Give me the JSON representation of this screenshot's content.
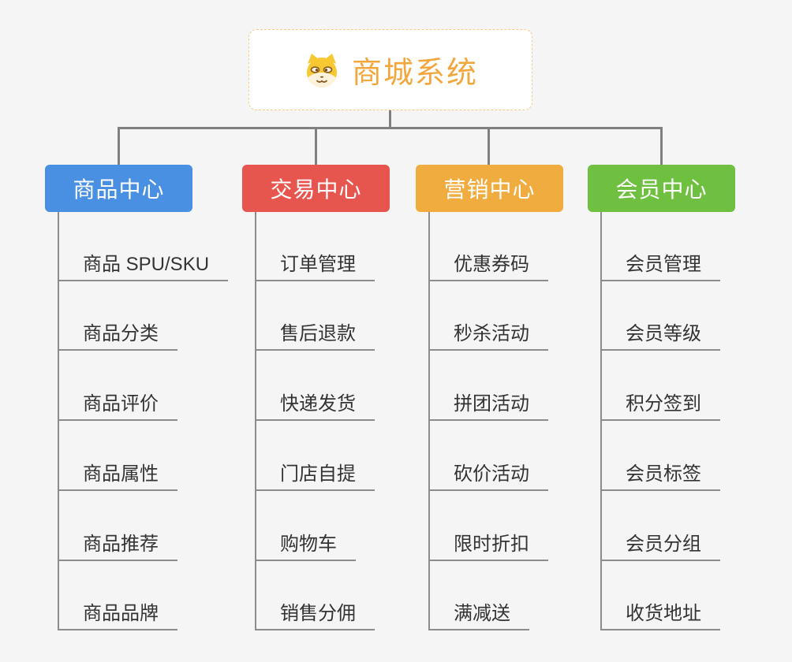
{
  "root": {
    "title": "商城系统",
    "icon": "dog-face-icon"
  },
  "colors": {
    "background": "#f5f5f5",
    "connector_gray": "#808080",
    "leaf_line_gray": "#8c8c8c",
    "root_border_orange": "#f5cd8a",
    "root_title_orange": "#f2a73d",
    "leaf_text": "#333333"
  },
  "branches": [
    {
      "label": "商品中心",
      "color": "#4a90e2",
      "items": [
        "商品 SPU/SKU",
        "商品分类",
        "商品评价",
        "商品属性",
        "商品推荐",
        "商品品牌"
      ]
    },
    {
      "label": "交易中心",
      "color": "#e7564e",
      "items": [
        "订单管理",
        "售后退款",
        "快递发货",
        "门店自提",
        "购物车",
        "销售分佣"
      ]
    },
    {
      "label": "营销中心",
      "color": "#f0ac3e",
      "items": [
        "优惠券码",
        "秒杀活动",
        "拼团活动",
        "砍价活动",
        "限时折扣",
        "满减送"
      ]
    },
    {
      "label": "会员中心",
      "color": "#6fc040",
      "items": [
        "会员管理",
        "会员等级",
        "积分签到",
        "会员标签",
        "会员分组",
        "收货地址"
      ]
    }
  ]
}
